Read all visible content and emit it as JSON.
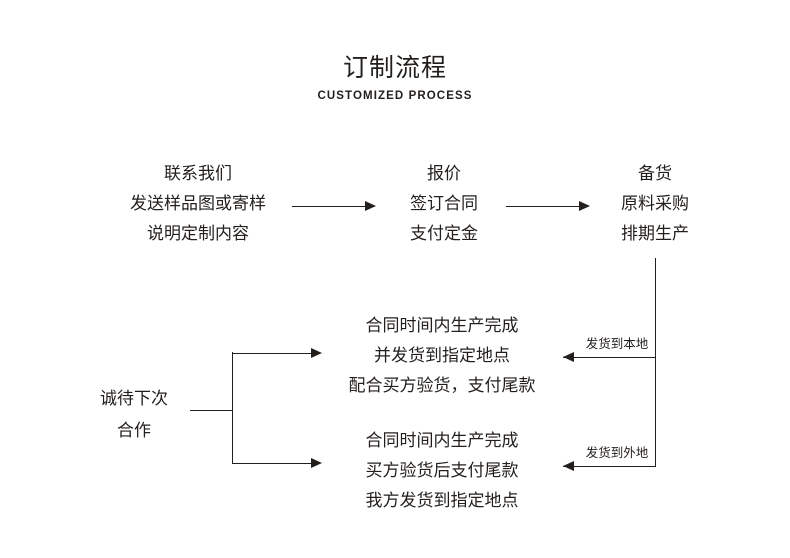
{
  "header": {
    "title": "订制流程",
    "subtitle": "CUSTOMIZED PROCESS"
  },
  "colors": {
    "ink": "#231f1c",
    "background": "#ffffff"
  },
  "flow": {
    "step_contact": {
      "line1": "联系我们",
      "line2": "发送样品图或寄样",
      "line3": "说明定制内容"
    },
    "step_quote": {
      "line1": "报价",
      "line2": "签订合同",
      "line3": "支付定金"
    },
    "step_stock": {
      "line1": "备货",
      "line2": "原料采购",
      "line3": "排期生产"
    },
    "step_ship_local": {
      "line1": "合同时间内生产完成",
      "line2": "并发货到指定地点",
      "line3": "配合买方验货，支付尾款"
    },
    "step_ship_remote": {
      "line1": "合同时间内生产完成",
      "line2": "买方验货后支付尾款",
      "line3": "我方发货到指定地点"
    },
    "step_next": {
      "line1": "诚待下次",
      "line2": "合作"
    }
  },
  "edges": {
    "label_local": "发货到本地",
    "label_remote": "发货到外地"
  }
}
